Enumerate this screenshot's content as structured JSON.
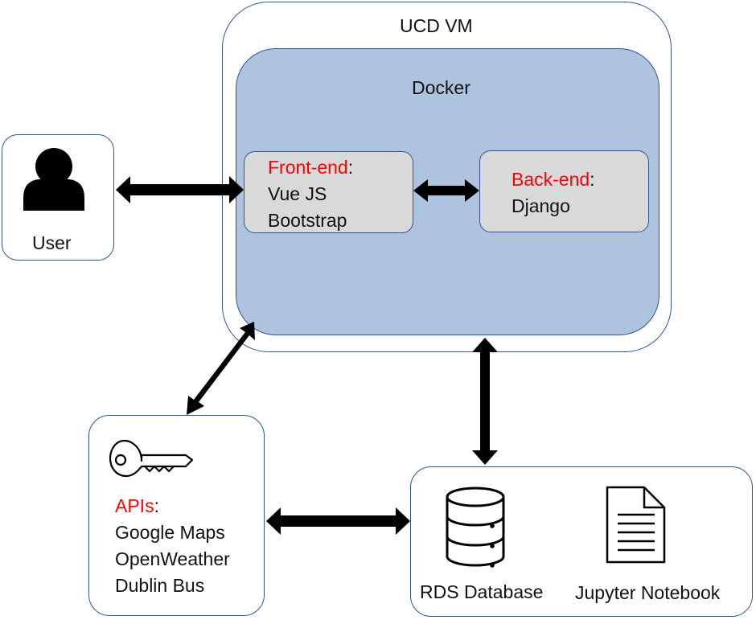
{
  "ucd_vm": {
    "title": "UCD VM"
  },
  "docker": {
    "title": "Docker"
  },
  "frontend": {
    "label": "Front-end",
    "colon": ":",
    "items": [
      "Vue JS",
      "Bootstrap"
    ]
  },
  "backend": {
    "label": "Back-end",
    "colon": ":",
    "items": [
      "Django"
    ]
  },
  "user": {
    "label": "User",
    "icon": "user-icon"
  },
  "apis": {
    "label": "APIs",
    "colon": ":",
    "icon": "key-icon",
    "items": [
      "Google Maps",
      "OpenWeather",
      "Dublin Bus"
    ]
  },
  "database": {
    "label": "RDS Database",
    "icon": "database-icon"
  },
  "notebook": {
    "label": "Jupyter Notebook",
    "icon": "document-icon"
  },
  "colors": {
    "accent_red": "#ff0000",
    "border_blue": "#2f5597",
    "docker_fill": "#adc3de",
    "inner_fill": "#d9d9d9",
    "arrow": "#000000"
  }
}
